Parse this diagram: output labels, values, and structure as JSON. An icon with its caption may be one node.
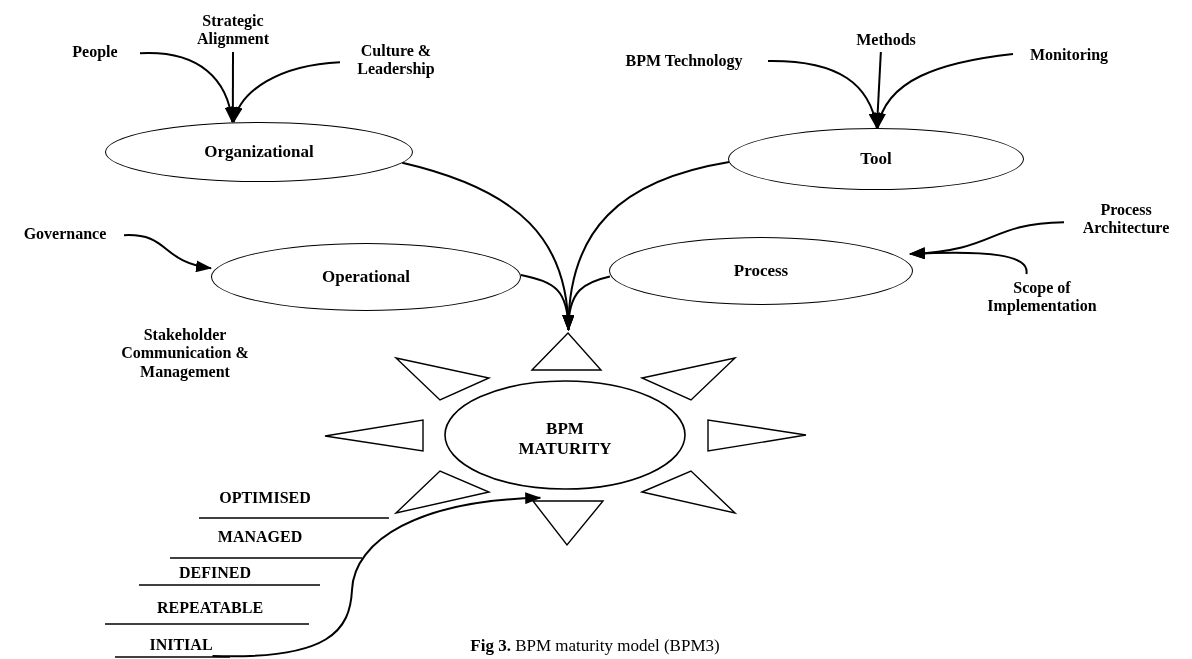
{
  "diagram": {
    "caption": "**Fig 3.** BPM maturity model (BPM3)",
    "nodes": [
      {
        "text": [
          "People"
        ]
      },
      {
        "text": [
          "Strategic Alignment"
        ]
      },
      {
        "text": [
          "Culture & Leadership"
        ]
      },
      {
        "text": [
          "Organizational"
        ]
      },
      {
        "text": [
          "BPM Technology"
        ]
      },
      {
        "text": [
          "Methods"
        ]
      },
      {
        "text": [
          "Monitoring"
        ]
      },
      {
        "text": [
          "Tool"
        ]
      },
      {
        "text": [
          "Governance"
        ]
      },
      {
        "text": [
          "Operational"
        ]
      },
      {
        "text": [
          "Process"
        ]
      },
      {
        "text": [
          "Process Architecture"
        ]
      },
      {
        "text": [
          "Scope of Implementation"
        ]
      },
      {
        "text": [
          "BPM MATURITY"
        ]
      },
      {
        "text": [
          "INITIAL"
        ]
      }
    ],
    "edges": [
      {
        "from": 0,
        "to": 3,
        "arrow": "to"
      },
      {
        "from": 1,
        "to": 3,
        "arrow": "to"
      },
      {
        "from": 2,
        "to": 3,
        "arrow": "to"
      },
      {
        "from": 4,
        "to": 7,
        "arrow": "to"
      },
      {
        "from": 5,
        "to": 7,
        "arrow": "to"
      },
      {
        "from": 6,
        "to": 7,
        "arrow": "to"
      },
      {
        "from": 3,
        "to": 13,
        "arrow": "to"
      },
      {
        "from": 7,
        "to": 13,
        "arrow": "to"
      },
      {
        "from": 9,
        "to": 13,
        "arrow": "to"
      },
      {
        "from": 10,
        "to": 13,
        "arrow": "to"
      },
      {
        "from": 8,
        "to": 9,
        "arrow": "to"
      },
      {
        "from": 11,
        "to": 10,
        "arrow": "to"
      },
      {
        "from": 12,
        "to": 10,
        "arrow": "to"
      },
      {
        "from": 14,
        "to": 13,
        "arrow": "to"
      }
    ],
    "labels": [
      "Stakeholder Communication & Management",
      "OPTIMISED",
      "MANAGED",
      "DEFINED",
      "REPEATABLE"
    ]
  }
}
